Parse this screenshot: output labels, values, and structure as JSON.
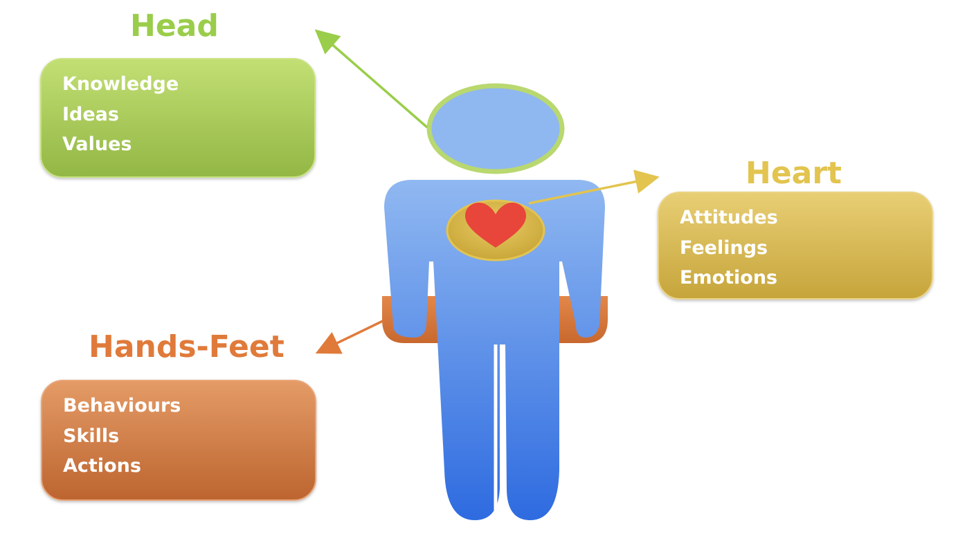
{
  "colors": {
    "head": "#9ACD4A",
    "heart": "#E2C44F",
    "hands_feet": "#E07A3A",
    "figure_top": "#90B8F1",
    "figure_bottom": "#2E6BE0",
    "heart_icon": "#E8453B"
  },
  "head": {
    "title": "Head",
    "items": [
      "Knowledge",
      "Ideas",
      "Values"
    ]
  },
  "heart": {
    "title": "Heart",
    "items": [
      "Attitudes",
      "Feelings",
      "Emotions"
    ]
  },
  "hands_feet": {
    "title": "Hands-Feet",
    "items": [
      "Behaviours",
      "Skills",
      "Actions"
    ]
  },
  "icons": [
    "person-figure-icon",
    "heart-icon",
    "arrow-icon"
  ]
}
